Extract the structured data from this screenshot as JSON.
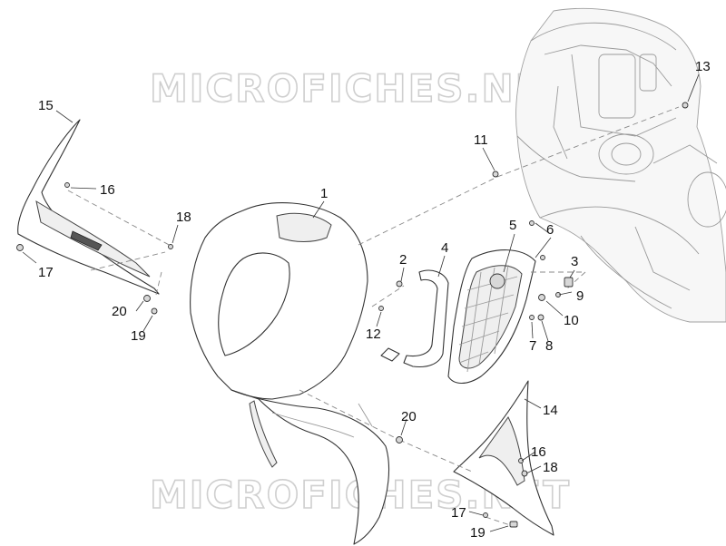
{
  "watermark": {
    "text": "MICROFICHES.NET"
  },
  "callouts": {
    "c1": "1",
    "c2": "2",
    "c3": "3",
    "c4": "4",
    "c5": "5",
    "c6": "6",
    "c7": "7",
    "c8": "8",
    "c9": "9",
    "c10": "10",
    "c11": "11",
    "c12": "12",
    "c13": "13",
    "c14": "14",
    "c15": "15",
    "c16a": "16",
    "c16b": "16",
    "c17a": "17",
    "c17b": "17",
    "c18a": "18",
    "c18b": "18",
    "c19a": "19",
    "c19b": "19",
    "c20a": "20",
    "c20b": "20"
  }
}
